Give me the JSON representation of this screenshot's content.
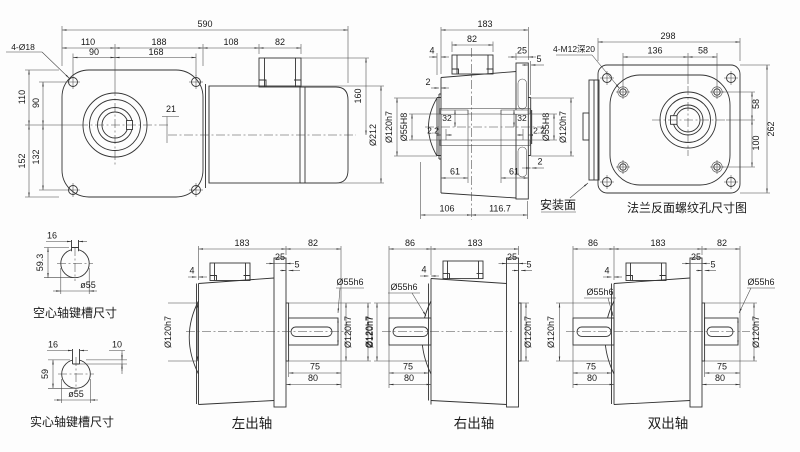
{
  "drawing": {
    "assembly": {
      "total_len": "590",
      "dim110": "110",
      "dim188": "188",
      "dim108": "108",
      "dim82": "82",
      "dim90": "90",
      "dim168": "168",
      "holes_label": "4-Ø18",
      "v110": "110",
      "v90": "90",
      "v152": "152",
      "v132": "132",
      "axis_offset": "21",
      "motor_dia": "Ø212",
      "dim160": "160"
    },
    "section": {
      "dim183": "183",
      "dim82": "82",
      "dim25": "25",
      "dim4": "4",
      "dim5": "5",
      "dim2_left": "2",
      "dim2_right": "2",
      "bore_left": "Ø55H8",
      "bore_right": "Ø55H8",
      "boss_left": "Ø120h7",
      "boss_right": "Ø120h7",
      "key32_left": "32",
      "key32_right": "32",
      "chamfer_left": "2.2",
      "chamfer_right": "2.2",
      "key61_left": "61",
      "key61_right": "61",
      "dim106": "106",
      "dim116": "116.7",
      "mount_label": "安装面"
    },
    "flange": {
      "dim298": "298",
      "dim136": "136",
      "dim58_top": "58",
      "thread_label": "4-M12深20",
      "dim58_right": "58",
      "dim100": "100",
      "dim262": "262",
      "caption": "法兰反面螺纹孔尺寸图"
    },
    "hollow_key": {
      "dim16": "16",
      "dim59_3": "59.3",
      "dia": "ø55",
      "caption": "空心轴键槽尺寸"
    },
    "solid_key": {
      "dim16": "16",
      "dim10": "10",
      "dim59": "59",
      "dia": "ø55",
      "caption": "实心轴键槽尺寸"
    },
    "left_shaft": {
      "dim183": "183",
      "dim82": "82",
      "dim25": "25",
      "dim5": "5",
      "dim4": "4",
      "shaft": "Ø55h6",
      "boss_left": "Ø120h7",
      "boss_r1": "Ø120h7",
      "boss_r2": "Ø120h7",
      "dim75": "75",
      "dim80": "80",
      "caption": "左出轴"
    },
    "right_shaft": {
      "dim86": "86",
      "dim183": "183",
      "dim25": "25",
      "dim5": "5",
      "dim4": "4",
      "shaft": "Ø55h6",
      "boss_left": "Ø120h7",
      "boss_right": "Ø120h7",
      "dim75": "75",
      "dim80": "80",
      "caption": "右出轴"
    },
    "double_shaft": {
      "dim86": "86",
      "dim183": "183",
      "dim82": "82",
      "dim25": "25",
      "dim5": "5",
      "dim4": "4",
      "shaft_left": "Ø55h6",
      "shaft_right": "Ø55h6",
      "boss_left": "Ø120h7",
      "boss_right": "Ø120h7",
      "dim75_left": "75",
      "dim80_left": "80",
      "dim75_right": "75",
      "dim80_right": "80",
      "caption": "双出轴"
    }
  }
}
